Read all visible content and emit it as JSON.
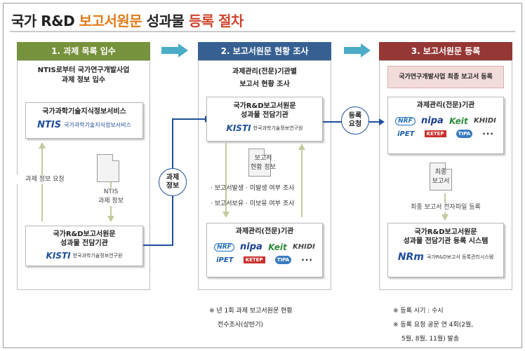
{
  "title": {
    "part1": "국가 R&D ",
    "part2": "보고서원문",
    "part3": " 성과물 ",
    "part4": "등록 절차"
  },
  "colors": {
    "step1": "#76923c",
    "step2": "#376092",
    "step3": "#953735",
    "arrow": "#4bacc6",
    "connector": "#1f4e9a",
    "title_orange": "#e07b1a",
    "title_red": "#d0442c"
  },
  "steps": [
    {
      "label": "1. 과제 목록 입수"
    },
    {
      "label": "2. 보고서원문 현황 조사"
    },
    {
      "label": "3. 보고서원문 등록"
    }
  ],
  "col1": {
    "header_line1": "NTIS로부터 국가연구개발사업",
    "header_line2": "과제 정보 입수",
    "ntis_box_title": "국가과학기술지식정보서비스",
    "ntis_logo_text": "NTIS",
    "ntis_logo_sub": "국가과학기술지식정보서비스",
    "left_label": "과제 정보 요청",
    "doc_label_line1": "NTIS",
    "doc_label_line2": "과제 정보",
    "kisti_box_line1": "국가R&D보고서원문",
    "kisti_box_line2": "성과물 전담기관",
    "kisti_logo": "KISTI",
    "kisti_sub": "한국과학기술정보연구원"
  },
  "connector1": {
    "line1": "과제",
    "line2": "정보"
  },
  "col2": {
    "header_line1": "과제관리(전문)기관별",
    "header_line2": "보고서 현황 조사",
    "kisti_box_line1": "국가R&D보고서원문",
    "kisti_box_line2": "성과물 전담기관",
    "kisti_logo": "KISTI",
    "kisti_sub": "한국과학기술정보연구원",
    "doc_label_line1": "보고서",
    "doc_label_line2": "현황 정보",
    "bullet1": "· 보고서발생 · 미발생 여부 조사",
    "bullet2": "· 보고서보유 · 미보유 여부 조사",
    "agency_box_title": "과제관리(전문)기관",
    "logos": [
      "NRF",
      "nipa",
      "Keit",
      "KHIDI",
      "iPET",
      "KETEP",
      "TIPA",
      "···"
    ]
  },
  "connector2": {
    "line1": "등록",
    "line2": "요청"
  },
  "col3": {
    "header": "국가연구개발사업 최종 보고서 등록",
    "agency_box_title": "과제관리(전문)기관",
    "logos": [
      "NRF",
      "nipa",
      "Keit",
      "KHIDI",
      "iPET",
      "KETEP",
      "TIPA",
      "···"
    ],
    "doc_label_line1": "최종",
    "doc_label_line2": "보고서",
    "mid_label": "최종 보고서 전자파일 등록",
    "system_box_line1": "국가R&D보고서원문",
    "system_box_line2": "성과물 전담기관 등록 시스템",
    "system_logo": "NRm",
    "system_sub": "국가R&D보고서 등록관리시스템"
  },
  "notes": {
    "col2_line1": "※ 년 1회 과제 보고서원문 현황",
    "col2_line2": "전수조사(상반기)",
    "col3_line1": "※ 등록 시기 : 수시",
    "col3_line2": "※ 등록 요청 공문 연 4회(2월,",
    "col3_line3": "5월, 8월, 11월) 발송"
  }
}
